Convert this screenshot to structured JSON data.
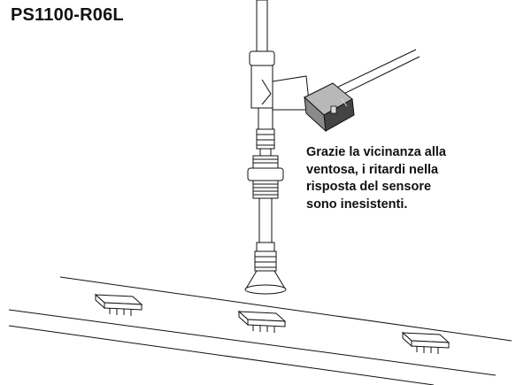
{
  "title": "PS1100-R06L",
  "caption": {
    "lines": [
      "Grazie la vicinanza alla",
      "ventosa, i ritardi nella",
      "risposta del sensore",
      "sono inesistenti."
    ]
  }
}
